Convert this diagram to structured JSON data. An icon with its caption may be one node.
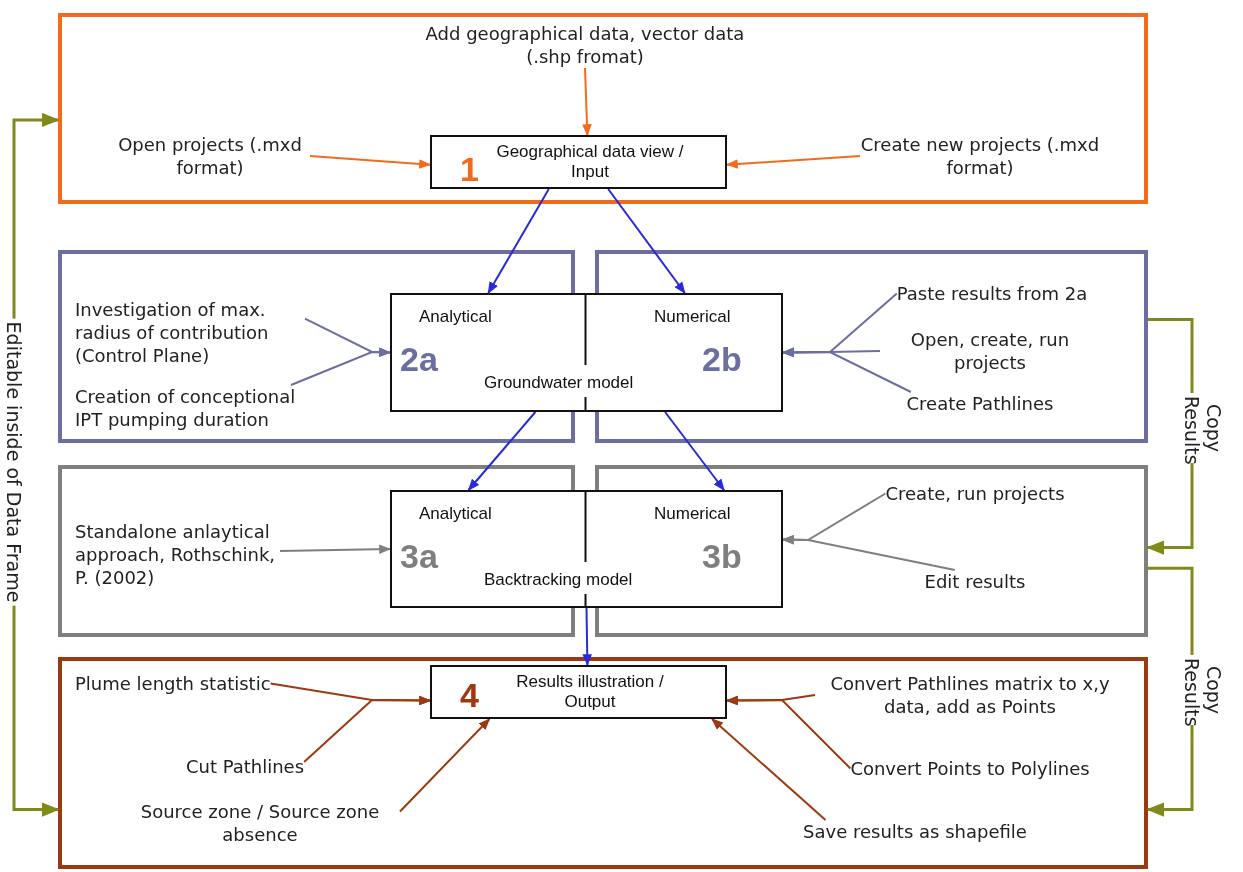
{
  "diagram": {
    "nodes": [
      {
        "text": [],
        "shape": "box"
      },
      {
        "text": [
          "Add geographical data, vector data (.shp fromat)"
        ],
        "in": 0
      },
      {
        "text": [
          "Open projects (.mxd format)"
        ],
        "in": 0
      },
      {
        "text": [
          "1",
          "Geographical data view / Input"
        ],
        "in": 0
      },
      {
        "text": [
          "Create new projects (.mxd format)"
        ],
        "in": 0
      },
      {
        "text": [],
        "shape": "box"
      },
      {
        "text": [
          "Investigation of max. radius of contribution (Control Plane)"
        ],
        "in": 5
      },
      {
        "text": [
          "Creation of conceptional IPT pumping duration"
        ],
        "in": 5
      },
      {
        "text": [],
        "shape": "box"
      },
      {
        "text": [
          "Paste results from 2a"
        ],
        "in": 8
      },
      {
        "text": [
          "Open, create, run projects"
        ],
        "in": 8
      },
      {
        "text": [
          "Create Pathlines"
        ],
        "in": 8
      },
      {
        "text": [
          "Analytical",
          "Numerical",
          "2a",
          "Groundwater model",
          "2b"
        ]
      },
      {
        "text": [],
        "shape": "box"
      },
      {
        "text": [
          "Standalone anlaytical approach, Rothschink, P. (2002)"
        ],
        "in": 13
      },
      {
        "text": [],
        "shape": "box"
      },
      {
        "text": [
          "Create, run projects"
        ],
        "in": 15
      },
      {
        "text": [
          "Edit results"
        ],
        "in": 15
      },
      {
        "text": [
          "Analytical",
          "Numerical",
          "3a",
          "Backtracking model",
          "3b"
        ]
      },
      {
        "text": [],
        "shape": "box"
      },
      {
        "text": [
          "Plume length statistic"
        ],
        "in": 19
      },
      {
        "text": [
          "Cut Pathlines"
        ],
        "in": 19
      },
      {
        "text": [
          "Source zone / Source zone absence"
        ],
        "in": 19
      },
      {
        "text": [
          "4",
          "Results illustration / Output"
        ],
        "in": 19
      },
      {
        "text": [
          "Convert Pathlines matrix to x,y data, add as Points"
        ],
        "in": 19
      },
      {
        "text": [
          "Convert Points to Polylines"
        ],
        "in": 19
      },
      {
        "text": [
          "Save results as shapefile"
        ],
        "in": 19
      }
    ],
    "edges": [
      {
        "from": 1,
        "to": 3,
        "arrow": "to",
        "color": "#f26b1d"
      },
      {
        "from": 2,
        "to": 3,
        "arrow": "to",
        "color": "#f26b1d"
      },
      {
        "from": 4,
        "to": 3,
        "arrow": "to",
        "color": "#f26b1d"
      },
      {
        "from": 3,
        "to": 12,
        "arrow": "to",
        "color": "#2a2ad8"
      },
      {
        "from": 3,
        "to": 12,
        "arrow": "to",
        "color": "#2a2ad8"
      },
      {
        "from": 6,
        "to": 12,
        "arrow": "to",
        "color": "#6c6ea0"
      },
      {
        "from": 7,
        "to": 12,
        "arrow": "to",
        "color": "#6c6ea0"
      },
      {
        "from": 9,
        "to": 12,
        "arrow": "to",
        "color": "#6c6ea0"
      },
      {
        "from": 10,
        "to": 12,
        "arrow": "to",
        "color": "#6c6ea0"
      },
      {
        "from": 11,
        "to": 12,
        "arrow": "to",
        "color": "#6c6ea0"
      },
      {
        "from": 12,
        "to": 18,
        "arrow": "to",
        "color": "#2a2ad8"
      },
      {
        "from": 12,
        "to": 18,
        "arrow": "to",
        "color": "#2a2ad8"
      },
      {
        "from": 14,
        "to": 18,
        "arrow": "to",
        "color": "#7f7f7f"
      },
      {
        "from": 16,
        "to": 18,
        "arrow": "to",
        "color": "#7f7f7f"
      },
      {
        "from": 17,
        "to": 18,
        "arrow": "to",
        "color": "#7f7f7f"
      },
      {
        "from": 18,
        "to": 23,
        "arrow": "to",
        "color": "#2a2ad8"
      },
      {
        "from": 20,
        "to": 23,
        "arrow": "to",
        "color": "#9b3a10"
      },
      {
        "from": 21,
        "to": 23,
        "arrow": "to",
        "color": "#9b3a10"
      },
      {
        "from": 22,
        "to": 23,
        "arrow": "to",
        "color": "#9b3a10"
      },
      {
        "from": 24,
        "to": 23,
        "arrow": "to",
        "color": "#9b3a10"
      },
      {
        "from": 25,
        "to": 23,
        "arrow": "to",
        "color": "#9b3a10"
      },
      {
        "from": 26,
        "to": 23,
        "arrow": "to",
        "color": "#9b3a10"
      },
      {
        "from": 19,
        "to": 0,
        "arrow": "both",
        "label": "Editable inside of Data Frame",
        "color": "#7f8a1a"
      },
      {
        "from": 8,
        "to": 15,
        "arrow": "to",
        "label": "Copy Results",
        "color": "#7f8a1a"
      },
      {
        "from": 15,
        "to": 19,
        "arrow": "to",
        "label": "Copy Results",
        "color": "#7f8a1a"
      }
    ]
  }
}
